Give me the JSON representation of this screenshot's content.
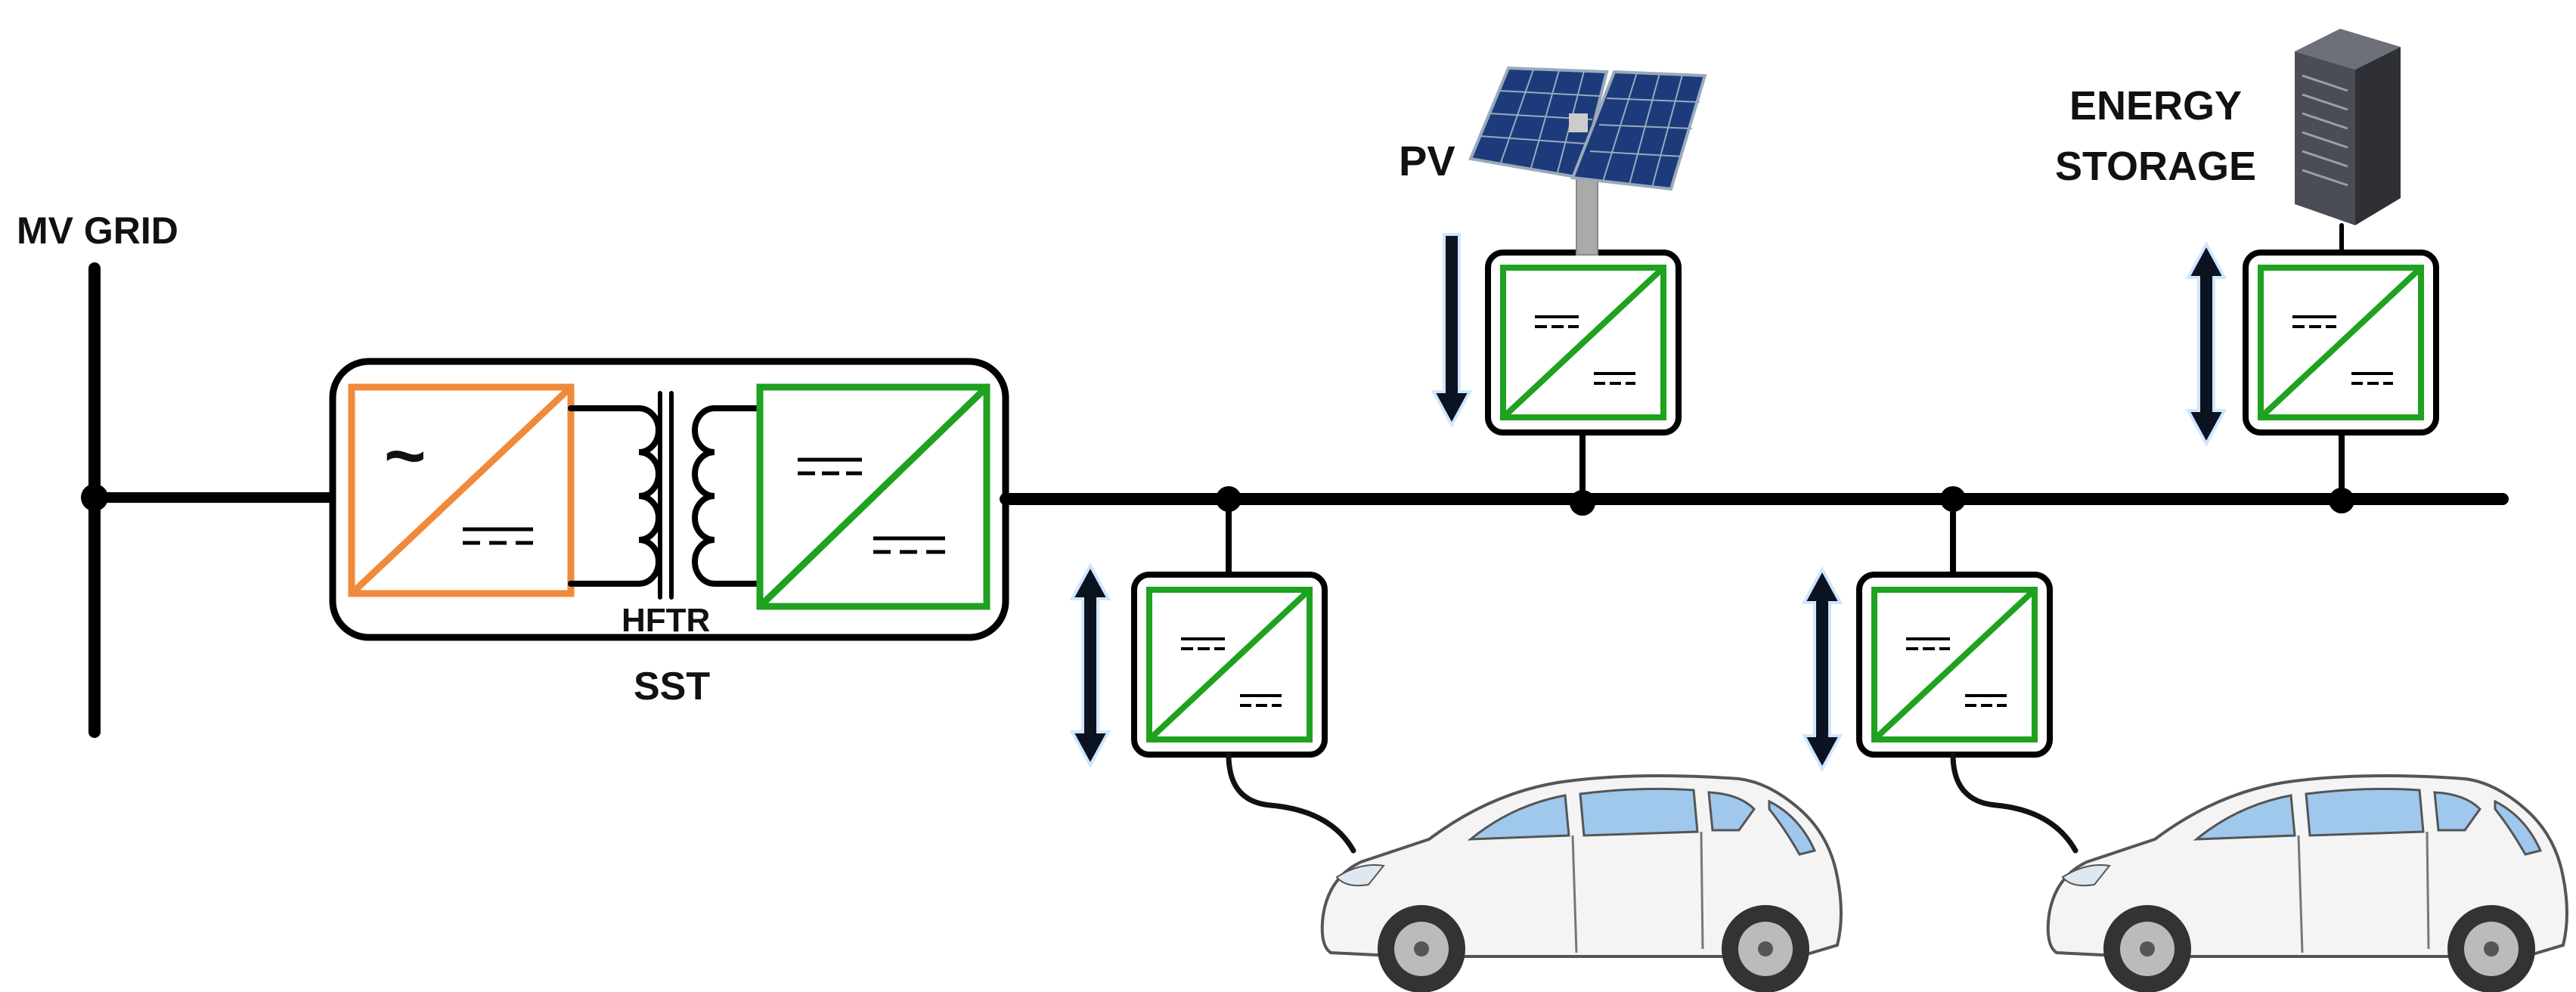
{
  "labels": {
    "mv_grid": "MV GRID",
    "sst": "SST",
    "hftr": "HFTR",
    "pv": "PV",
    "energy_storage_line1": "ENERGY",
    "energy_storage_line2": "STORAGE"
  },
  "symbols": {
    "ac": "~"
  },
  "colors": {
    "green": "#1fa21f",
    "orange": "#f08a3a",
    "wire": "#000000",
    "arrow_glow": "#cfe6ff",
    "car_window": "#9fc8ec",
    "solar_panel": "#1d3b7a",
    "rack": "#4a4d55"
  },
  "icons": [
    "solar-panel-icon",
    "server-rack-icon",
    "electric-car-icon",
    "bidirectional-arrow-icon",
    "down-arrow-icon"
  ]
}
